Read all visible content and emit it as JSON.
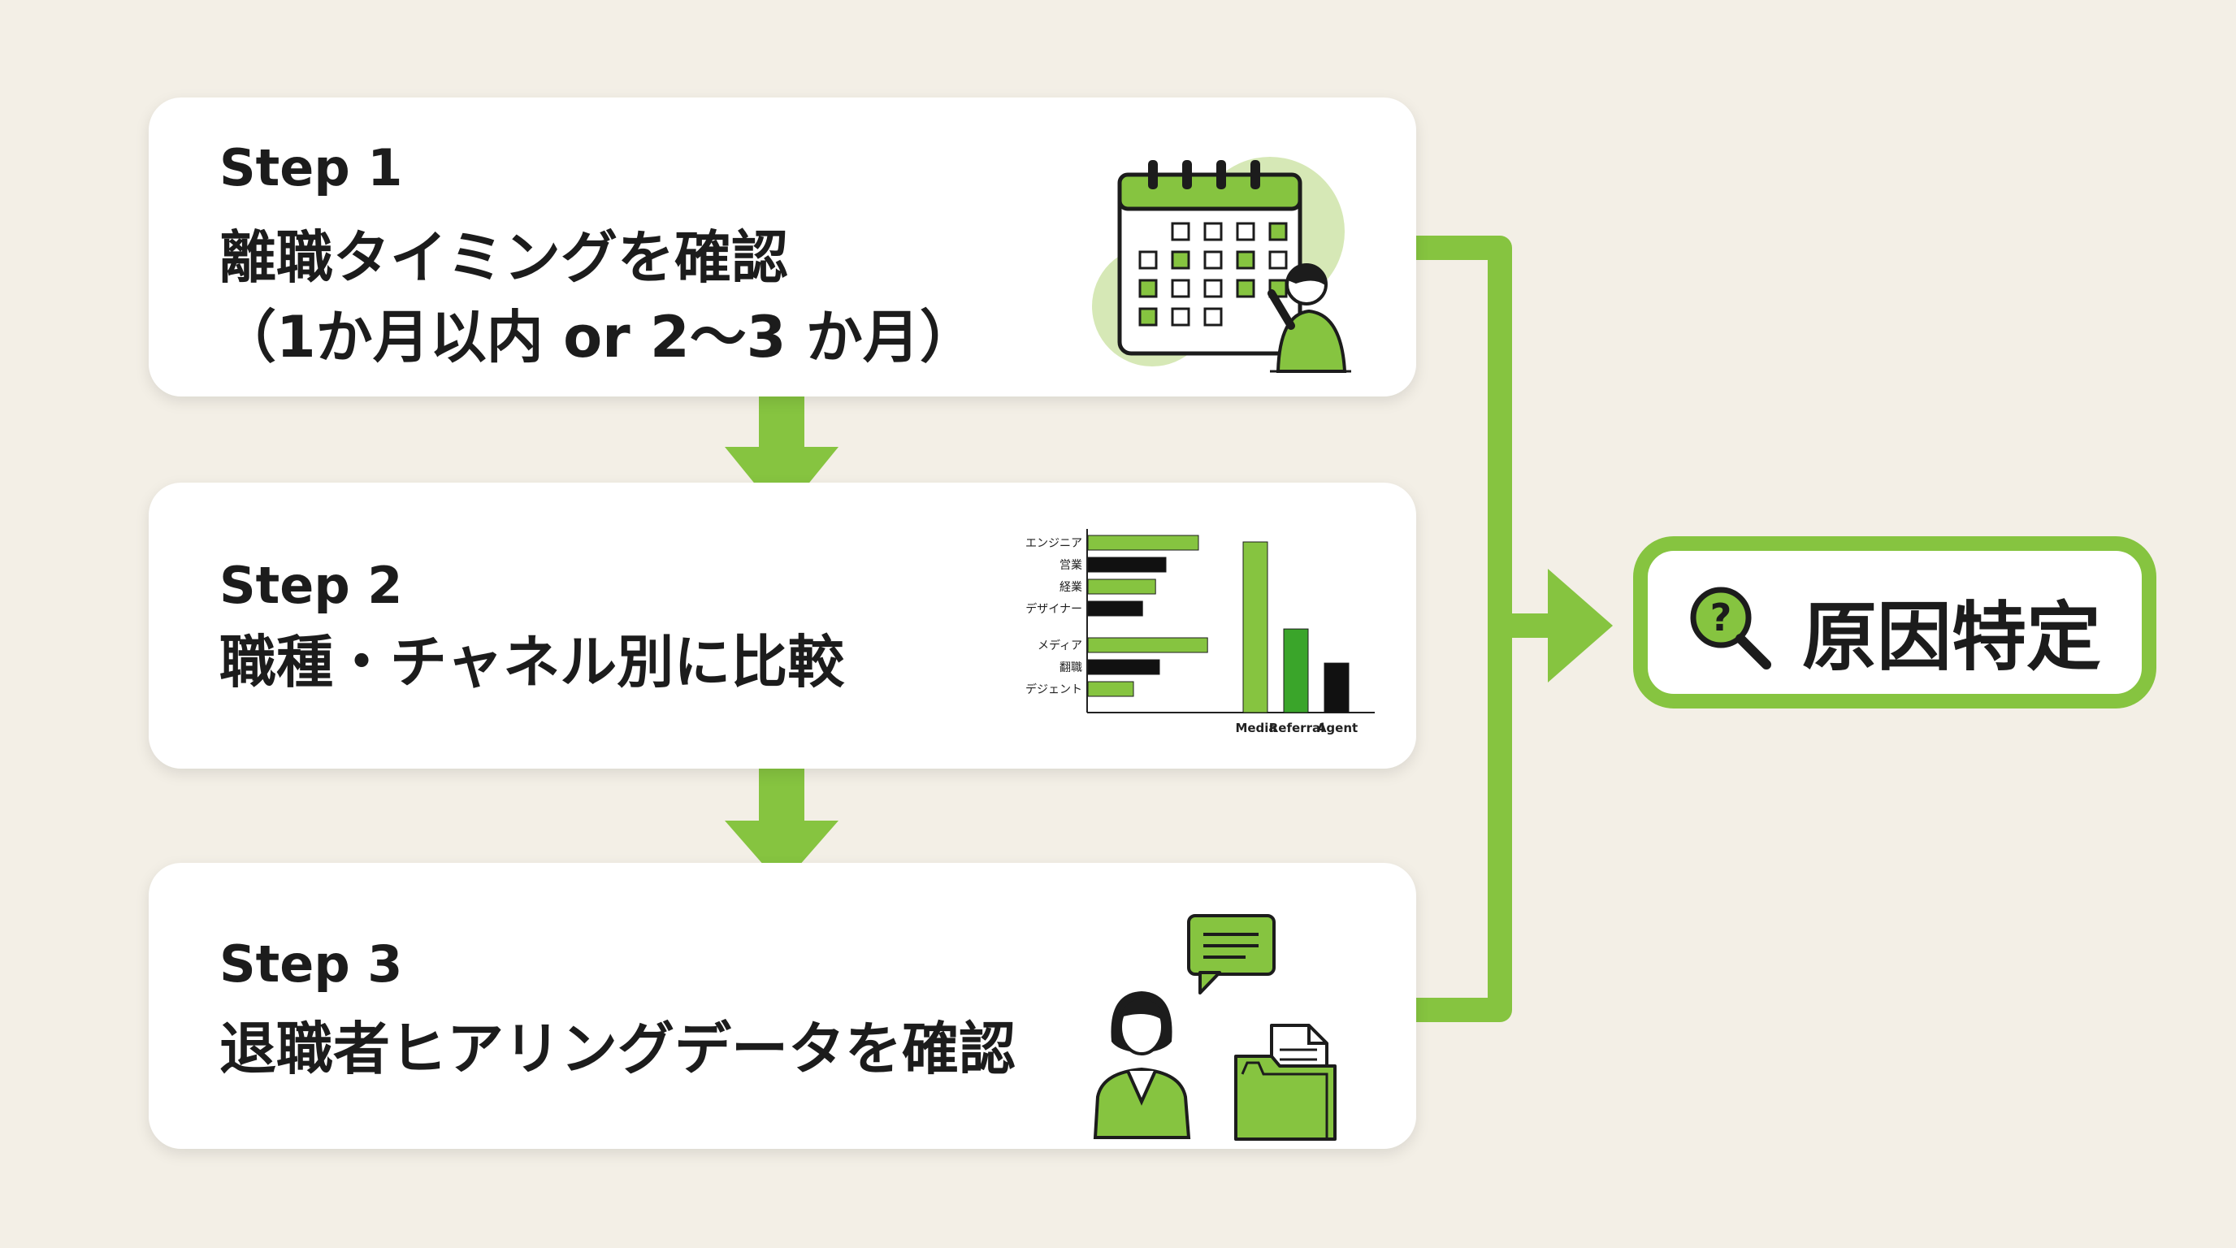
{
  "steps": [
    {
      "title": "Step 1",
      "lines": [
        "離職タイミングを確認",
        "（1か月以内 or 2〜3 か月）"
      ]
    },
    {
      "title": "Step 2",
      "lines": [
        "職種・チャネル別に比較"
      ]
    },
    {
      "title": "Step 3",
      "lines": [
        "退職者ヒアリングデータを確認"
      ]
    }
  ],
  "result": {
    "label": "原因特定",
    "icon": "magnifier-question-icon"
  },
  "chart_data": [
    {
      "type": "bar",
      "orientation": "horizontal",
      "categories": [
        "エンジニア",
        "営業",
        "経業",
        "デザイナー",
        "メディア",
        "翻職",
        "デジェント"
      ],
      "values": [
        0.85,
        0.6,
        0.52,
        0.42,
        0.92,
        0.55,
        0.35
      ],
      "colors": [
        "#86c440",
        "#111111",
        "#86c440",
        "#111111",
        "#86c440",
        "#111111",
        "#86c440"
      ]
    },
    {
      "type": "bar",
      "categories": [
        "Media",
        "Referral",
        "Agent"
      ],
      "values": [
        1.0,
        0.49,
        0.29
      ],
      "colors": [
        "#86c440",
        "#3aa52a",
        "#111111"
      ]
    }
  ],
  "colors": {
    "accent": "#86c440",
    "accent_light": "#d6e8b6",
    "dark": "#111111",
    "background": "#f3efe6"
  },
  "icons": {
    "step1": "calendar-person-icon",
    "step2": "bar-chart-icon",
    "step3": "person-folder-chat-icon"
  }
}
